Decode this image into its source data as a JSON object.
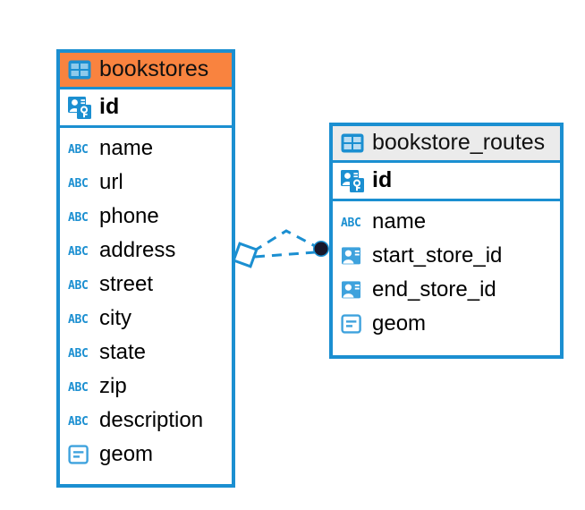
{
  "diagram": {
    "type": "entity-relationship-diagram",
    "background_color": "#ffffff",
    "accent_color": "#1b8fd1",
    "highlight_header_color": "#f9833f",
    "neutral_header_color": "#ebebeb"
  },
  "entities": [
    {
      "name": "bookstores",
      "header_icon": "table-icon",
      "header_style": "highlighted",
      "primary_key": {
        "name": "id",
        "icon": "primary-key-icon"
      },
      "fields": [
        {
          "name": "name",
          "icon": "text-field-icon"
        },
        {
          "name": "url",
          "icon": "text-field-icon"
        },
        {
          "name": "phone",
          "icon": "text-field-icon"
        },
        {
          "name": "address",
          "icon": "text-field-icon"
        },
        {
          "name": "street",
          "icon": "text-field-icon"
        },
        {
          "name": "city",
          "icon": "text-field-icon"
        },
        {
          "name": "state",
          "icon": "text-field-icon"
        },
        {
          "name": "zip",
          "icon": "text-field-icon"
        },
        {
          "name": "description",
          "icon": "text-field-icon"
        },
        {
          "name": "geom",
          "icon": "geometry-field-icon"
        }
      ]
    },
    {
      "name": "bookstore_routes",
      "header_icon": "table-icon",
      "header_style": "neutral",
      "primary_key": {
        "name": "id",
        "icon": "primary-key-icon"
      },
      "fields": [
        {
          "name": "name",
          "icon": "text-field-icon"
        },
        {
          "name": "start_store_id",
          "icon": "foreign-key-icon"
        },
        {
          "name": "end_store_id",
          "icon": "foreign-key-icon"
        },
        {
          "name": "geom",
          "icon": "geometry-field-icon"
        }
      ]
    }
  ],
  "relationship": {
    "line_style": "dashed",
    "line_color": "#1b8fd1",
    "source_marker": "diamond-marker",
    "target_marker": "filled-circle-marker",
    "target_marker_color": "#1a1a2e"
  }
}
